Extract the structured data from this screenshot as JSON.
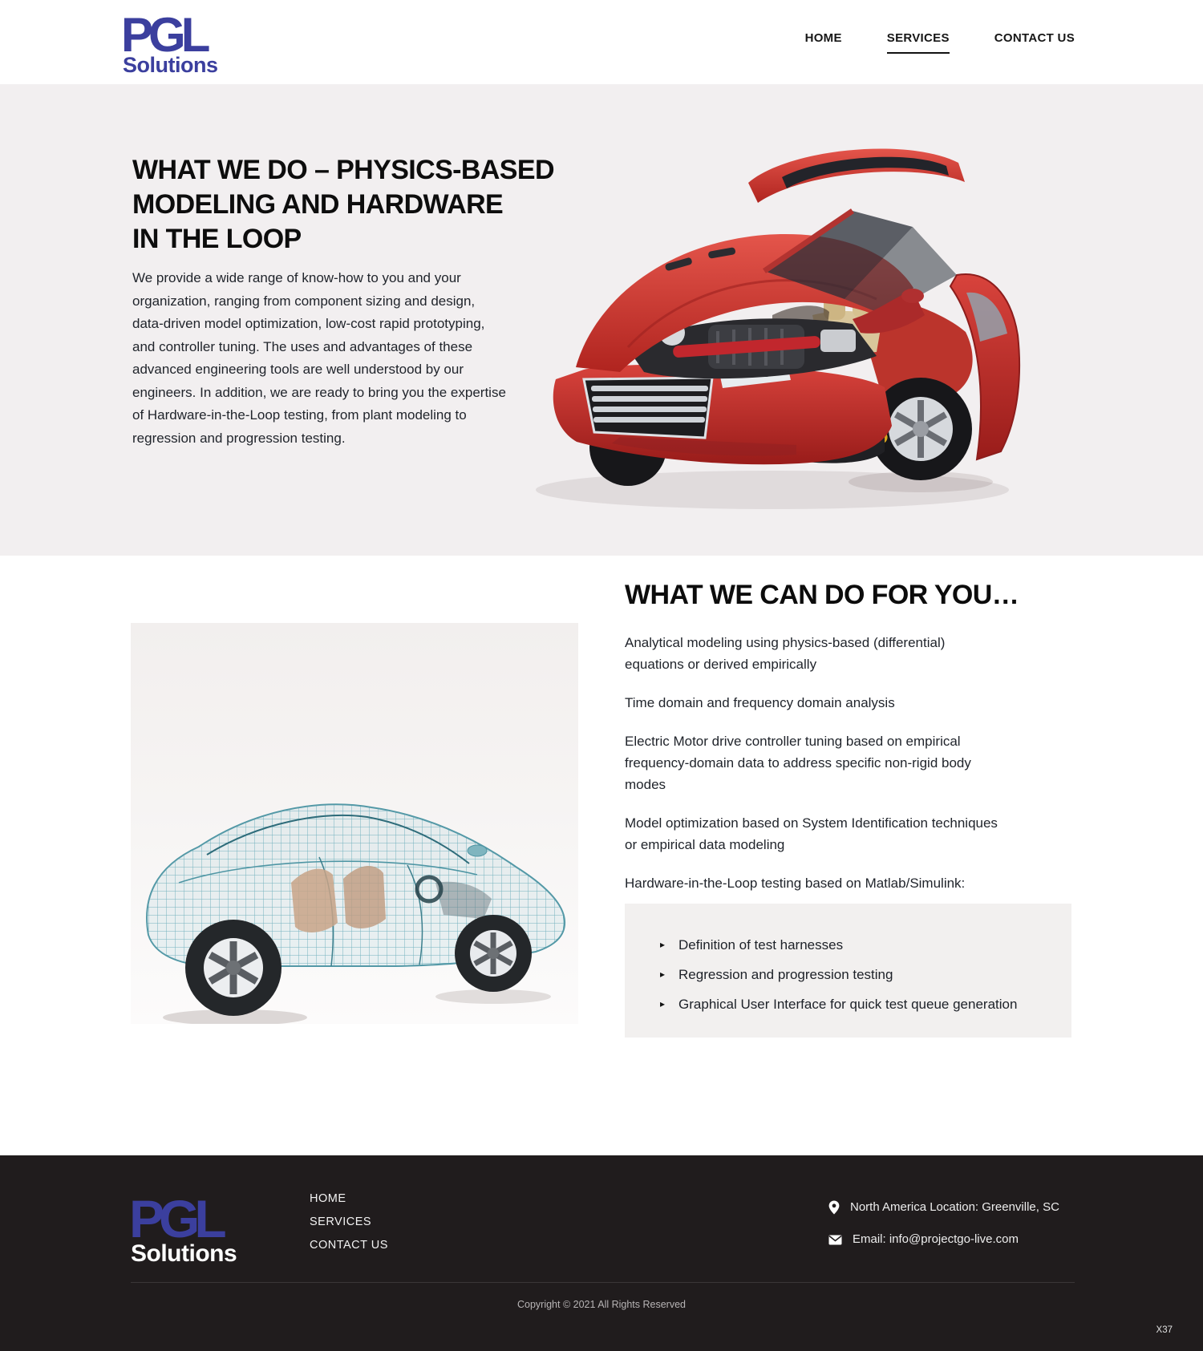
{
  "brand": {
    "logo_text": "PGL",
    "logo_subtext": "Solutions",
    "logo_color": "#3b3f9e"
  },
  "header": {
    "nav": [
      {
        "label": "HOME"
      },
      {
        "label": "SERVICES"
      },
      {
        "label": "CONTACT US"
      }
    ],
    "active_item": "SERVICES"
  },
  "hero": {
    "title_line1": "WHAT WE DO – PHYSICS-BASED",
    "title_line2": "MODELING AND HARDWARE",
    "title_line3": "IN THE LOOP",
    "paragraph": "We provide a wide range of know-how to you and your organization, ranging from component sizing and design, data-driven model optimization, low-cost rapid prototyping, and controller tuning. The uses and advantages of these advanced engineering tools are well understood by our engineers. In addition, we are ready to bring you the expertise of Hardware-in-the-Loop testing, from plant modeling to regression and progression testing.",
    "image_name": "exploded-red-car"
  },
  "services": {
    "heading": "WHAT WE CAN DO FOR YOU…",
    "items": [
      "Analytical modeling using physics-based (differential) equations or derived empirically",
      "Time domain and frequency domain analysis",
      "Electric Motor drive controller tuning based on empirical frequency-domain data to address specific non-rigid body modes",
      "Model optimization based on System Identification techniques or empirical data modeling",
      "Hardware-in-the-Loop testing based on Matlab/Simulink:"
    ],
    "hil_box": {
      "items": [
        "Definition of test harnesses",
        "Regression and progression testing",
        "Graphical User Interface for quick test queue generation"
      ]
    },
    "image_name": "wireframe-car"
  },
  "footer": {
    "nav": [
      {
        "label": "HOME"
      },
      {
        "label": "SERVICES"
      },
      {
        "label": "CONTACT US"
      }
    ],
    "location": "North America Location: Greenville, SC",
    "email": "Email: info@projectgo-live.com",
    "copyright": "Copyright © 2021 All Rights Reserved",
    "watermark": "X37"
  },
  "icons": {
    "triangle": "▸"
  },
  "colors": {
    "hero_bg": "#f2eff0",
    "box_bg": "#f2f0ef",
    "footer_bg": "#201c1d",
    "logo_blue": "#3b3f9e",
    "car_red": "#c1272d",
    "wireframe_teal": "#6fb0bc"
  }
}
